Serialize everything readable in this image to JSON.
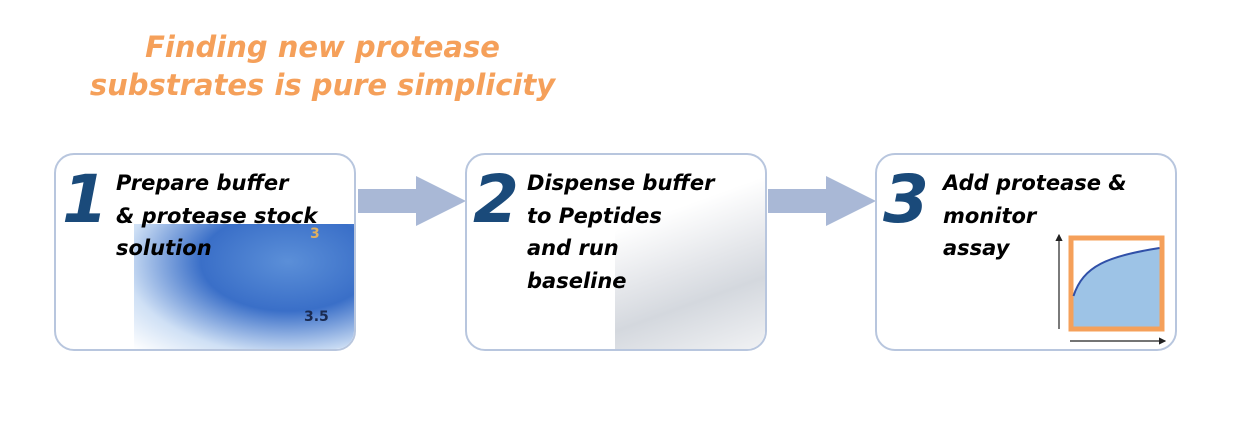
{
  "title": {
    "line1": "Finding new protease",
    "line2": "substrates is pure simplicity"
  },
  "steps": [
    {
      "number": "1",
      "lines": [
        "Prepare buffer",
        "& protease stock",
        "solution"
      ]
    },
    {
      "number": "2",
      "lines": [
        "Dispense buffer",
        "to Peptides",
        "and run",
        "baseline"
      ]
    },
    {
      "number": "3",
      "lines": [
        "Add protease &",
        "monitor",
        "assay"
      ]
    }
  ],
  "beaker_labels": [
    "3",
    "3.5"
  ],
  "colors": {
    "title": "#f5a05a",
    "number": "#1a4a7a",
    "arrow": "#a9b8d6",
    "chart_frame": "#f5a05a",
    "chart_fill": "#9dc3e6",
    "chart_line": "#3050a8"
  }
}
